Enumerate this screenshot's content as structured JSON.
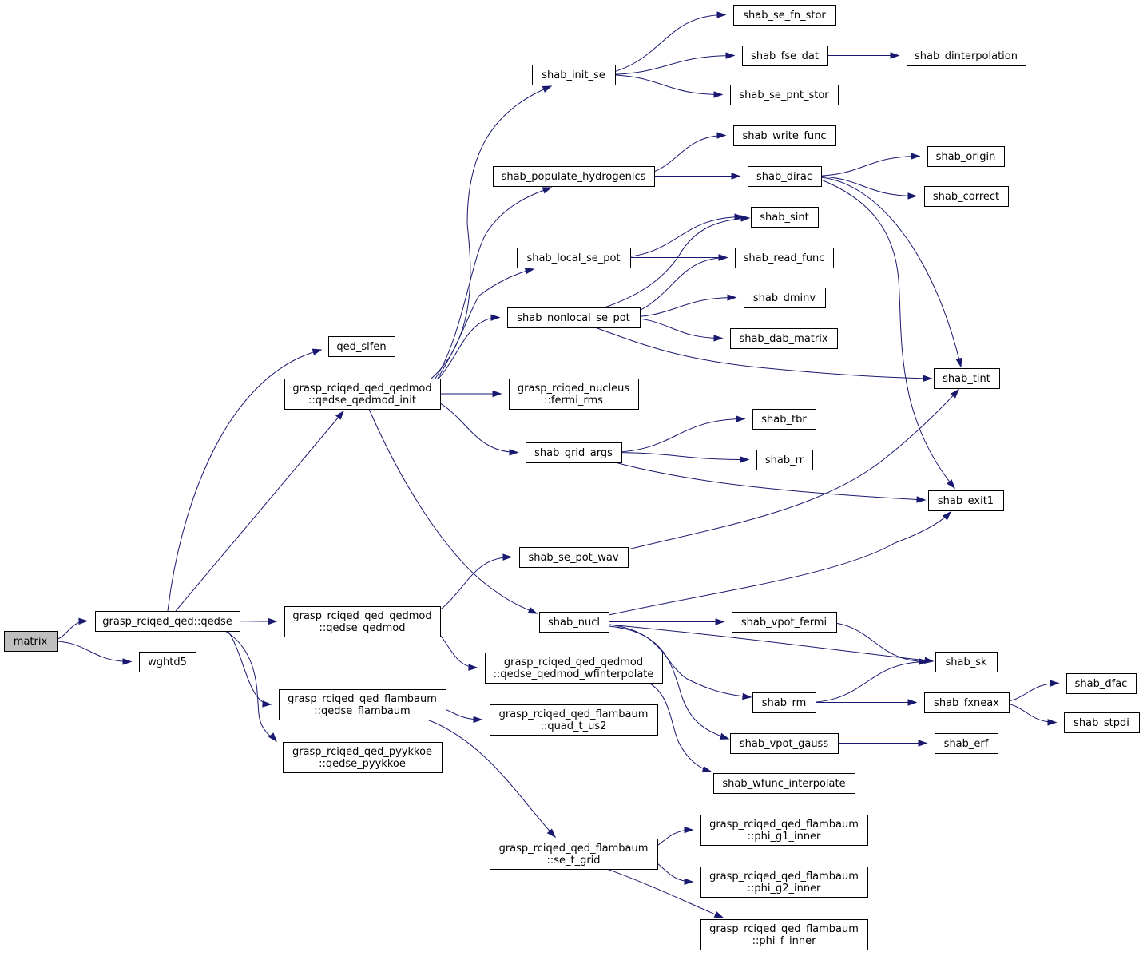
{
  "diagram": {
    "type": "call-graph",
    "colors": {
      "edge": "#191970",
      "node_border": "#000000",
      "root_fill": "#bfbfbf",
      "node_fill": "#ffffff"
    },
    "nodes": [
      {
        "id": "matrix",
        "lines": [
          "matrix"
        ],
        "root": true
      },
      {
        "id": "qedse",
        "lines": [
          "grasp_rciqed_qed::qedse"
        ]
      },
      {
        "id": "wghtd5",
        "lines": [
          "wghtd5"
        ]
      },
      {
        "id": "qed_slfen",
        "lines": [
          "qed_slfen"
        ]
      },
      {
        "id": "qedse_qedmod_init",
        "lines": [
          "grasp_rciqed_qed_qedmod",
          "::qedse_qedmod_init"
        ]
      },
      {
        "id": "qedse_qedmod",
        "lines": [
          "grasp_rciqed_qed_qedmod",
          "::qedse_qedmod"
        ]
      },
      {
        "id": "qedse_flambaum",
        "lines": [
          "grasp_rciqed_qed_flambaum",
          "::qedse_flambaum"
        ]
      },
      {
        "id": "qedse_pyykkoe",
        "lines": [
          "grasp_rciqed_qed_pyykkoe",
          "::qedse_pyykkoe"
        ]
      },
      {
        "id": "shab_init_se",
        "lines": [
          "shab_init_se"
        ]
      },
      {
        "id": "shab_populate_hydrogenics",
        "lines": [
          "shab_populate_hydrogenics"
        ]
      },
      {
        "id": "shab_local_se_pot",
        "lines": [
          "shab_local_se_pot"
        ]
      },
      {
        "id": "shab_nonlocal_se_pot",
        "lines": [
          "shab_nonlocal_se_pot"
        ]
      },
      {
        "id": "fermi_rms",
        "lines": [
          "grasp_rciqed_nucleus",
          "::fermi_rms"
        ]
      },
      {
        "id": "shab_grid_args",
        "lines": [
          "shab_grid_args"
        ]
      },
      {
        "id": "shab_se_pot_wav",
        "lines": [
          "shab_se_pot_wav"
        ]
      },
      {
        "id": "shab_nucl",
        "lines": [
          "shab_nucl"
        ]
      },
      {
        "id": "wfinterpolate",
        "lines": [
          "grasp_rciqed_qed_qedmod",
          "::qedse_qedmod_wfinterpolate"
        ]
      },
      {
        "id": "quad_t_us2",
        "lines": [
          "grasp_rciqed_qed_flambaum",
          "::quad_t_us2"
        ]
      },
      {
        "id": "se_t_grid",
        "lines": [
          "grasp_rciqed_qed_flambaum",
          "::se_t_grid"
        ]
      },
      {
        "id": "shab_se_fn_stor",
        "lines": [
          "shab_se_fn_stor"
        ]
      },
      {
        "id": "shab_fse_dat",
        "lines": [
          "shab_fse_dat"
        ]
      },
      {
        "id": "shab_se_pnt_stor",
        "lines": [
          "shab_se_pnt_stor"
        ]
      },
      {
        "id": "shab_dinterpolation",
        "lines": [
          "shab_dinterpolation"
        ]
      },
      {
        "id": "shab_write_func",
        "lines": [
          "shab_write_func"
        ]
      },
      {
        "id": "shab_dirac",
        "lines": [
          "shab_dirac"
        ]
      },
      {
        "id": "shab_origin",
        "lines": [
          "shab_origin"
        ]
      },
      {
        "id": "shab_correct",
        "lines": [
          "shab_correct"
        ]
      },
      {
        "id": "shab_sint",
        "lines": [
          "shab_sint"
        ]
      },
      {
        "id": "shab_read_func",
        "lines": [
          "shab_read_func"
        ]
      },
      {
        "id": "shab_dminv",
        "lines": [
          "shab_dminv"
        ]
      },
      {
        "id": "shab_dab_matrix",
        "lines": [
          "shab_dab_matrix"
        ]
      },
      {
        "id": "shab_tint",
        "lines": [
          "shab_tint"
        ]
      },
      {
        "id": "shab_tbr",
        "lines": [
          "shab_tbr"
        ]
      },
      {
        "id": "shab_rr",
        "lines": [
          "shab_rr"
        ]
      },
      {
        "id": "shab_exit1",
        "lines": [
          "shab_exit1"
        ]
      },
      {
        "id": "shab_vpot_fermi",
        "lines": [
          "shab_vpot_fermi"
        ]
      },
      {
        "id": "shab_sk",
        "lines": [
          "shab_sk"
        ]
      },
      {
        "id": "shab_rm",
        "lines": [
          "shab_rm"
        ]
      },
      {
        "id": "shab_fxneax",
        "lines": [
          "shab_fxneax"
        ]
      },
      {
        "id": "shab_dfac",
        "lines": [
          "shab_dfac"
        ]
      },
      {
        "id": "shab_stpdi",
        "lines": [
          "shab_stpdi"
        ]
      },
      {
        "id": "shab_vpot_gauss",
        "lines": [
          "shab_vpot_gauss"
        ]
      },
      {
        "id": "shab_erf",
        "lines": [
          "shab_erf"
        ]
      },
      {
        "id": "shab_wfunc_interpolate",
        "lines": [
          "shab_wfunc_interpolate"
        ]
      },
      {
        "id": "phi_g1_inner",
        "lines": [
          "grasp_rciqed_qed_flambaum",
          "::phi_g1_inner"
        ]
      },
      {
        "id": "phi_g2_inner",
        "lines": [
          "grasp_rciqed_qed_flambaum",
          "::phi_g2_inner"
        ]
      },
      {
        "id": "phi_f_inner",
        "lines": [
          "grasp_rciqed_qed_flambaum",
          "::phi_f_inner"
        ]
      }
    ],
    "edges": [
      [
        "matrix",
        "qedse"
      ],
      [
        "matrix",
        "wghtd5"
      ],
      [
        "qedse",
        "qed_slfen"
      ],
      [
        "qedse",
        "qedse_qedmod_init"
      ],
      [
        "qedse",
        "qedse_qedmod"
      ],
      [
        "qedse",
        "qedse_flambaum"
      ],
      [
        "qedse",
        "qedse_pyykkoe"
      ],
      [
        "qedse_qedmod_init",
        "shab_init_se"
      ],
      [
        "qedse_qedmod_init",
        "shab_populate_hydrogenics"
      ],
      [
        "qedse_qedmod_init",
        "shab_local_se_pot"
      ],
      [
        "qedse_qedmod_init",
        "shab_nonlocal_se_pot"
      ],
      [
        "qedse_qedmod_init",
        "fermi_rms"
      ],
      [
        "qedse_qedmod_init",
        "shab_grid_args"
      ],
      [
        "qedse_qedmod_init",
        "shab_nucl"
      ],
      [
        "qedse_qedmod",
        "shab_se_pot_wav"
      ],
      [
        "qedse_qedmod",
        "wfinterpolate"
      ],
      [
        "qedse_flambaum",
        "quad_t_us2"
      ],
      [
        "qedse_flambaum",
        "se_t_grid"
      ],
      [
        "shab_init_se",
        "shab_se_fn_stor"
      ],
      [
        "shab_init_se",
        "shab_fse_dat"
      ],
      [
        "shab_init_se",
        "shab_se_pnt_stor"
      ],
      [
        "shab_fse_dat",
        "shab_dinterpolation"
      ],
      [
        "shab_populate_hydrogenics",
        "shab_write_func"
      ],
      [
        "shab_populate_hydrogenics",
        "shab_dirac"
      ],
      [
        "shab_dirac",
        "shab_origin"
      ],
      [
        "shab_dirac",
        "shab_correct"
      ],
      [
        "shab_dirac",
        "shab_tint"
      ],
      [
        "shab_dirac",
        "shab_exit1"
      ],
      [
        "shab_local_se_pot",
        "shab_sint"
      ],
      [
        "shab_local_se_pot",
        "shab_read_func"
      ],
      [
        "shab_nonlocal_se_pot",
        "shab_sint"
      ],
      [
        "shab_nonlocal_se_pot",
        "shab_read_func"
      ],
      [
        "shab_nonlocal_se_pot",
        "shab_dminv"
      ],
      [
        "shab_nonlocal_se_pot",
        "shab_dab_matrix"
      ],
      [
        "shab_nonlocal_se_pot",
        "shab_tint"
      ],
      [
        "shab_grid_args",
        "shab_tbr"
      ],
      [
        "shab_grid_args",
        "shab_rr"
      ],
      [
        "shab_grid_args",
        "shab_exit1"
      ],
      [
        "shab_se_pot_wav",
        "shab_tint"
      ],
      [
        "shab_nucl",
        "shab_exit1"
      ],
      [
        "shab_nucl",
        "shab_vpot_fermi"
      ],
      [
        "shab_nucl",
        "shab_sk"
      ],
      [
        "shab_nucl",
        "shab_rm"
      ],
      [
        "shab_nucl",
        "shab_vpot_gauss"
      ],
      [
        "shab_vpot_fermi",
        "shab_sk"
      ],
      [
        "shab_rm",
        "shab_sk"
      ],
      [
        "shab_rm",
        "shab_fxneax"
      ],
      [
        "shab_fxneax",
        "shab_dfac"
      ],
      [
        "shab_fxneax",
        "shab_stpdi"
      ],
      [
        "shab_vpot_gauss",
        "shab_erf"
      ],
      [
        "wfinterpolate",
        "shab_wfunc_interpolate"
      ],
      [
        "se_t_grid",
        "phi_g1_inner"
      ],
      [
        "se_t_grid",
        "phi_g2_inner"
      ],
      [
        "se_t_grid",
        "phi_f_inner"
      ]
    ]
  }
}
